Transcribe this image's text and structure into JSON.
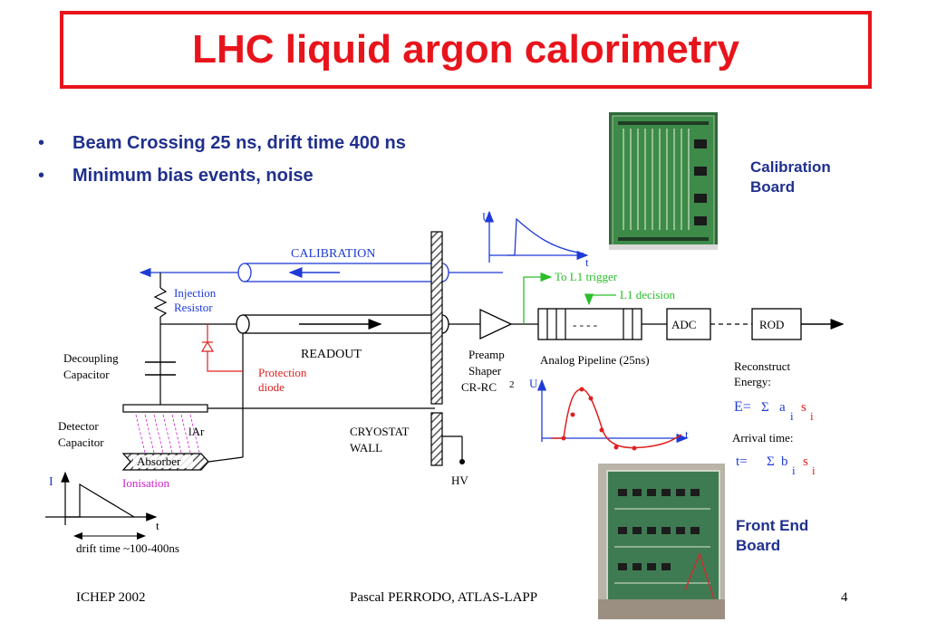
{
  "title": "LHC liquid argon calorimetry",
  "bullets": [
    "Beam Crossing 25 ns, drift time 400 ns",
    "Minimum bias events, noise"
  ],
  "side_labels": {
    "calibration_board": [
      "Calibration",
      "Board"
    ],
    "front_end_board": [
      "Front End",
      "Board"
    ]
  },
  "diagram": {
    "calibration": "CALIBRATION",
    "injection": [
      "Injection",
      "Resistor"
    ],
    "readout": "READOUT",
    "decoupling": [
      "Decoupling",
      "Capacitor"
    ],
    "protection": [
      "Protection",
      "diode"
    ],
    "detector": [
      "Detector",
      "Capacitor"
    ],
    "lar": "lAr",
    "absorber": "Absorber",
    "ionisation": "Ionisation",
    "drift_time": "drift time ~100-400ns",
    "cryostat": [
      "CRYOSTAT",
      "WALL"
    ],
    "hv": "HV",
    "preamp": [
      "Preamp",
      "Shaper",
      "CR-RC"
    ],
    "crrc_exp": "2",
    "to_l1": "To L1 trigger",
    "l1_decision": "L1 decision",
    "pipeline_dashes": "- - - -",
    "analog_pipeline": "Analog Pipeline (25ns)",
    "adc": "ADC",
    "rod": "ROD",
    "reconstruct": [
      "Reconstruct",
      "Energy:"
    ],
    "energy_formula": {
      "lhs": "E=",
      "sigma": "Σ",
      "a": "a",
      "s": "s",
      "i": "i"
    },
    "arrival": "Arrival time:",
    "time_formula": {
      "lhs": "t=",
      "sigma": "Σ",
      "b": "b",
      "s": "s",
      "i": "i"
    },
    "axis_u": "U",
    "axis_t": "t",
    "axis_i": "I"
  },
  "footer": {
    "left": "ICHEP 2002",
    "center": "Pascal PERRODO, ATLAS-LAPP",
    "right": "4"
  },
  "colors": {
    "title": "#e8141c",
    "bullets": "#20308e",
    "calibration": "#1f3bd6",
    "signal": "#e02020",
    "trigger": "#2bbd2b",
    "ionisation": "#d020d0"
  }
}
